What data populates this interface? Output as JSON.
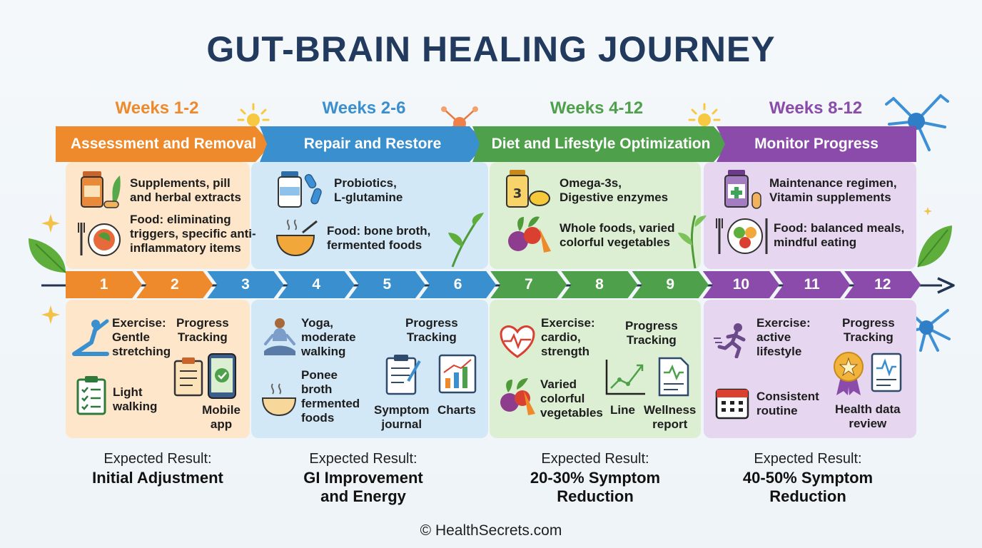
{
  "title": "GUT-BRAIN HEALING JOURNEY",
  "phases": [
    {
      "weeks": "Weeks 1-2",
      "name": "Assessment and Removal",
      "color": "#ee8a2b",
      "panel_color": "#fde6c9",
      "top": [
        {
          "icon": "supplement-bottle-icon",
          "text": "Supplements, pill\nand herbal extracts"
        },
        {
          "icon": "food-plate-icon",
          "text": "Food: eliminating\ntriggers, specific anti-\ninflammatory items"
        }
      ],
      "bottom": [
        {
          "icon": "stretching-person-icon",
          "text": "Exercise:\nGentle\nstretching"
        },
        {
          "icon": "clipboard-icon",
          "text": "Progress\nTracking"
        },
        {
          "icon": "checklist-icon",
          "text": "Light\nwalking"
        },
        {
          "icon": "mobile-phone-icon",
          "text": "Mobile\napp"
        }
      ],
      "result_label": "Expected Result:",
      "result_value": "Initial Adjustment"
    },
    {
      "weeks": "Weeks 2-6",
      "name": "Repair and Restore",
      "color": "#3a8fce",
      "panel_color": "#d2e8f7",
      "top": [
        {
          "icon": "probiotic-bottle-icon",
          "text": "Probiotics,\nL-glutamine"
        },
        {
          "icon": "soup-bowl-icon",
          "text": "Food: bone broth,\nfermented foods"
        }
      ],
      "bottom": [
        {
          "icon": "yoga-person-icon",
          "text": "Yoga,\nmoderate\nwalking"
        },
        {
          "icon": "progress-tracking-label",
          "text": "Progress\nTracking"
        },
        {
          "icon": "broth-bowl-icon",
          "text": "Ponee\nbroth\nfermented\nfoods"
        },
        {
          "icon": "symptom-journal-icon",
          "text": "Symptom\njournal"
        },
        {
          "icon": "bar-chart-icon",
          "text": "Charts"
        }
      ],
      "result_label": "Expected Result:",
      "result_value": "GI Improvement\nand Energy"
    },
    {
      "weeks": "Weeks 4-12",
      "name": "Diet and Lifestyle Optimization",
      "color": "#4ea04a",
      "panel_color": "#dcefd3",
      "top": [
        {
          "icon": "omega3-capsule-icon",
          "text": "Omega-3s,\nDigestive enzymes"
        },
        {
          "icon": "vegetables-icon",
          "text": "Whole foods, varied\ncolorful vegetables"
        }
      ],
      "bottom": [
        {
          "icon": "heart-rate-icon",
          "text": "Exercise:\ncardio,\nstrength"
        },
        {
          "icon": "progress-tracking-label",
          "text": "Progress\nTracking"
        },
        {
          "icon": "vegetables-icon",
          "text": "Varied\ncolorful\nvegetables"
        },
        {
          "icon": "line-chart-icon",
          "text": "Line"
        },
        {
          "icon": "wellness-report-icon",
          "text": "Wellness\nreport"
        }
      ],
      "result_label": "Expected Result:",
      "result_value": "20-30% Symptom\nReduction"
    },
    {
      "weeks": "Weeks 8-12",
      "name": "Monitor Progress",
      "color": "#8a4bab",
      "panel_color": "#e6d6ef",
      "top": [
        {
          "icon": "vitamin-bottle-icon",
          "text": "Maintenance regimen,\nVitamin supplements"
        },
        {
          "icon": "balanced-plate-icon",
          "text": "Food: balanced meals,\nmindful eating"
        }
      ],
      "bottom": [
        {
          "icon": "running-person-icon",
          "text": "Exercise:\nactive\nlifestyle"
        },
        {
          "icon": "progress-tracking-label",
          "text": "Progress\nTracking"
        },
        {
          "icon": "calendar-icon",
          "text": "Consistent\nroutine"
        },
        {
          "icon": "award-badge-icon",
          "text": "Health data\nreview"
        }
      ],
      "result_label": "Expected Result:",
      "result_value": "40-50% Symptom\nReduction"
    }
  ],
  "week_steps": [
    {
      "label": "1",
      "color": "#ee8a2b"
    },
    {
      "label": "2",
      "color": "#ee8a2b"
    },
    {
      "label": "3",
      "color": "#3a8fce"
    },
    {
      "label": "4",
      "color": "#3a8fce"
    },
    {
      "label": "5",
      "color": "#3a8fce"
    },
    {
      "label": "6",
      "color": "#3a8fce"
    },
    {
      "label": "7",
      "color": "#4ea04a"
    },
    {
      "label": "8",
      "color": "#4ea04a"
    },
    {
      "label": "9",
      "color": "#4ea04a"
    },
    {
      "label": "10",
      "color": "#8a4bab"
    },
    {
      "label": "11",
      "color": "#8a4bab"
    },
    {
      "label": "12",
      "color": "#8a4bab"
    }
  ],
  "footer": "© HealthSecrets.com"
}
